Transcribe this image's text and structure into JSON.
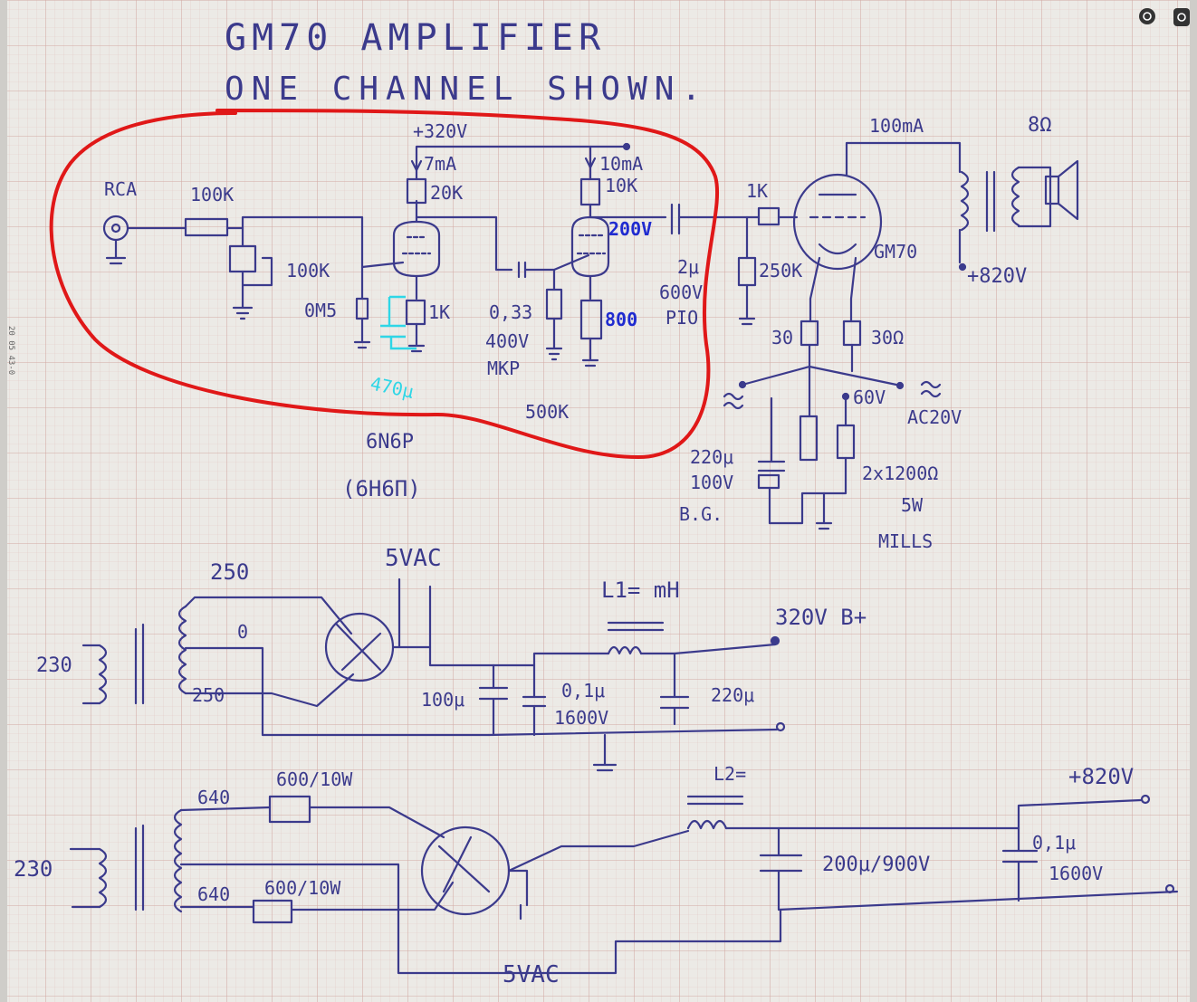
{
  "title": "GM70 AMPLIFIER",
  "subtitle": "ONE CHANNEL SHOWN.",
  "colors": {
    "paper": "#eceae6",
    "grid_minor": "#e2c8c4",
    "grid_major": "#d2aaa4",
    "ink": "#3b3a8c",
    "ink_blue": "#1f2bd0",
    "highlight": "#e01818",
    "cyan": "#2fd6e6"
  },
  "input_stage": {
    "supply": "+320V",
    "rca": "RCA",
    "r_series": "100K",
    "pot": "100K",
    "grid_leak": "0M5",
    "plate1_current": "7mA",
    "plate1_res": "20K",
    "cathode1_res": "1K",
    "bypass_cap": "470μ",
    "coupling1_val": "0,33",
    "coupling1_volt": "400V",
    "coupling1_type": "MKP",
    "grid2_leak": "500K",
    "plate2_current": "10mA",
    "plate2_res": "10K",
    "plate2_volt": "200V",
    "cathode2_res": "800",
    "tube": "6N6P",
    "tube_alt": "(6H6Π)",
    "coupling2_val": "2μ",
    "coupling2_volt": "600V",
    "coupling2_type": "PIO"
  },
  "output_stage": {
    "grid_stopper": "1K",
    "grid_leak": "250K",
    "tube": "GM70",
    "plate_current": "100mA",
    "speaker": "8Ω",
    "b_plus": "+820V",
    "fil_r1": "30",
    "fil_r2": "30Ω",
    "fil_ac": "AC20V",
    "bias_volt": "60V",
    "bias_cap": "220μ",
    "bias_cap_volt": "100V",
    "bias_cap_brand": "B.G.",
    "bias_res": "2x1200Ω",
    "bias_res_power": "5W",
    "bias_res_brand": "MILLS"
  },
  "psu1": {
    "primary": "230",
    "sec_top": "250",
    "sec_bot": "250",
    "center": "0",
    "heater": "5VAC",
    "choke": "L1= mH",
    "cap1": "100μ",
    "cap2_val": "0,1μ",
    "cap2_volt": "1600V",
    "cap3": "220μ",
    "out": "320V B+"
  },
  "psu2": {
    "primary": "230",
    "sec_top": "640",
    "sec_bot": "640",
    "res_top": "600/10W",
    "res_bot": "600/10W",
    "heater": "5VAC",
    "choke": "L2=",
    "cap1": "200μ/900V",
    "cap2_val": "0,1μ",
    "cap2_volt": "1600V",
    "out": "+820V"
  },
  "margin_marks": [
    "20 05 43-0"
  ],
  "corner_icons": [
    "at-sign-icon",
    "tag-icon"
  ]
}
